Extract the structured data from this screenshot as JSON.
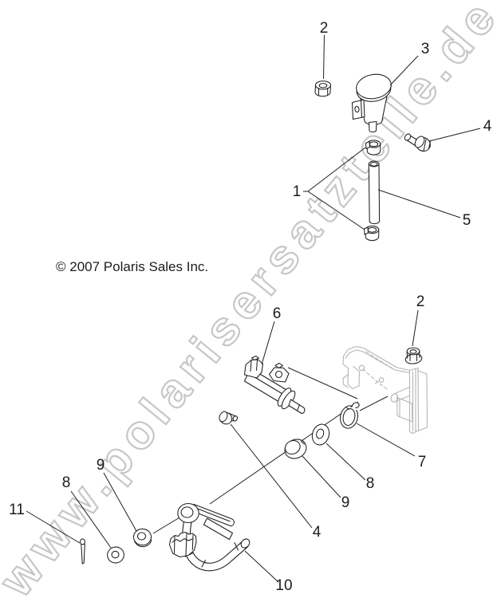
{
  "watermark": {
    "text": "www.polarisersatzteile.de"
  },
  "copyright": {
    "text": "© 2007 Polaris Sales Inc."
  },
  "callouts": [
    {
      "id": "nut-top",
      "label": "2"
    },
    {
      "id": "reservoir",
      "label": "3"
    },
    {
      "id": "bolt-top",
      "label": "4"
    },
    {
      "id": "hose-clamps",
      "label": "1"
    },
    {
      "id": "hose",
      "label": "5"
    },
    {
      "id": "master-cylinder",
      "label": "6"
    },
    {
      "id": "nut-bracket",
      "label": "2"
    },
    {
      "id": "retaining-clip",
      "label": "7"
    },
    {
      "id": "washer-mid",
      "label": "8"
    },
    {
      "id": "cap-mid",
      "label": "9"
    },
    {
      "id": "bolt-pedal",
      "label": "4"
    },
    {
      "id": "pedal",
      "label": "10"
    },
    {
      "id": "cotter-pin",
      "label": "11"
    },
    {
      "id": "washer-left",
      "label": "8"
    },
    {
      "id": "spacer-left",
      "label": "9"
    }
  ]
}
